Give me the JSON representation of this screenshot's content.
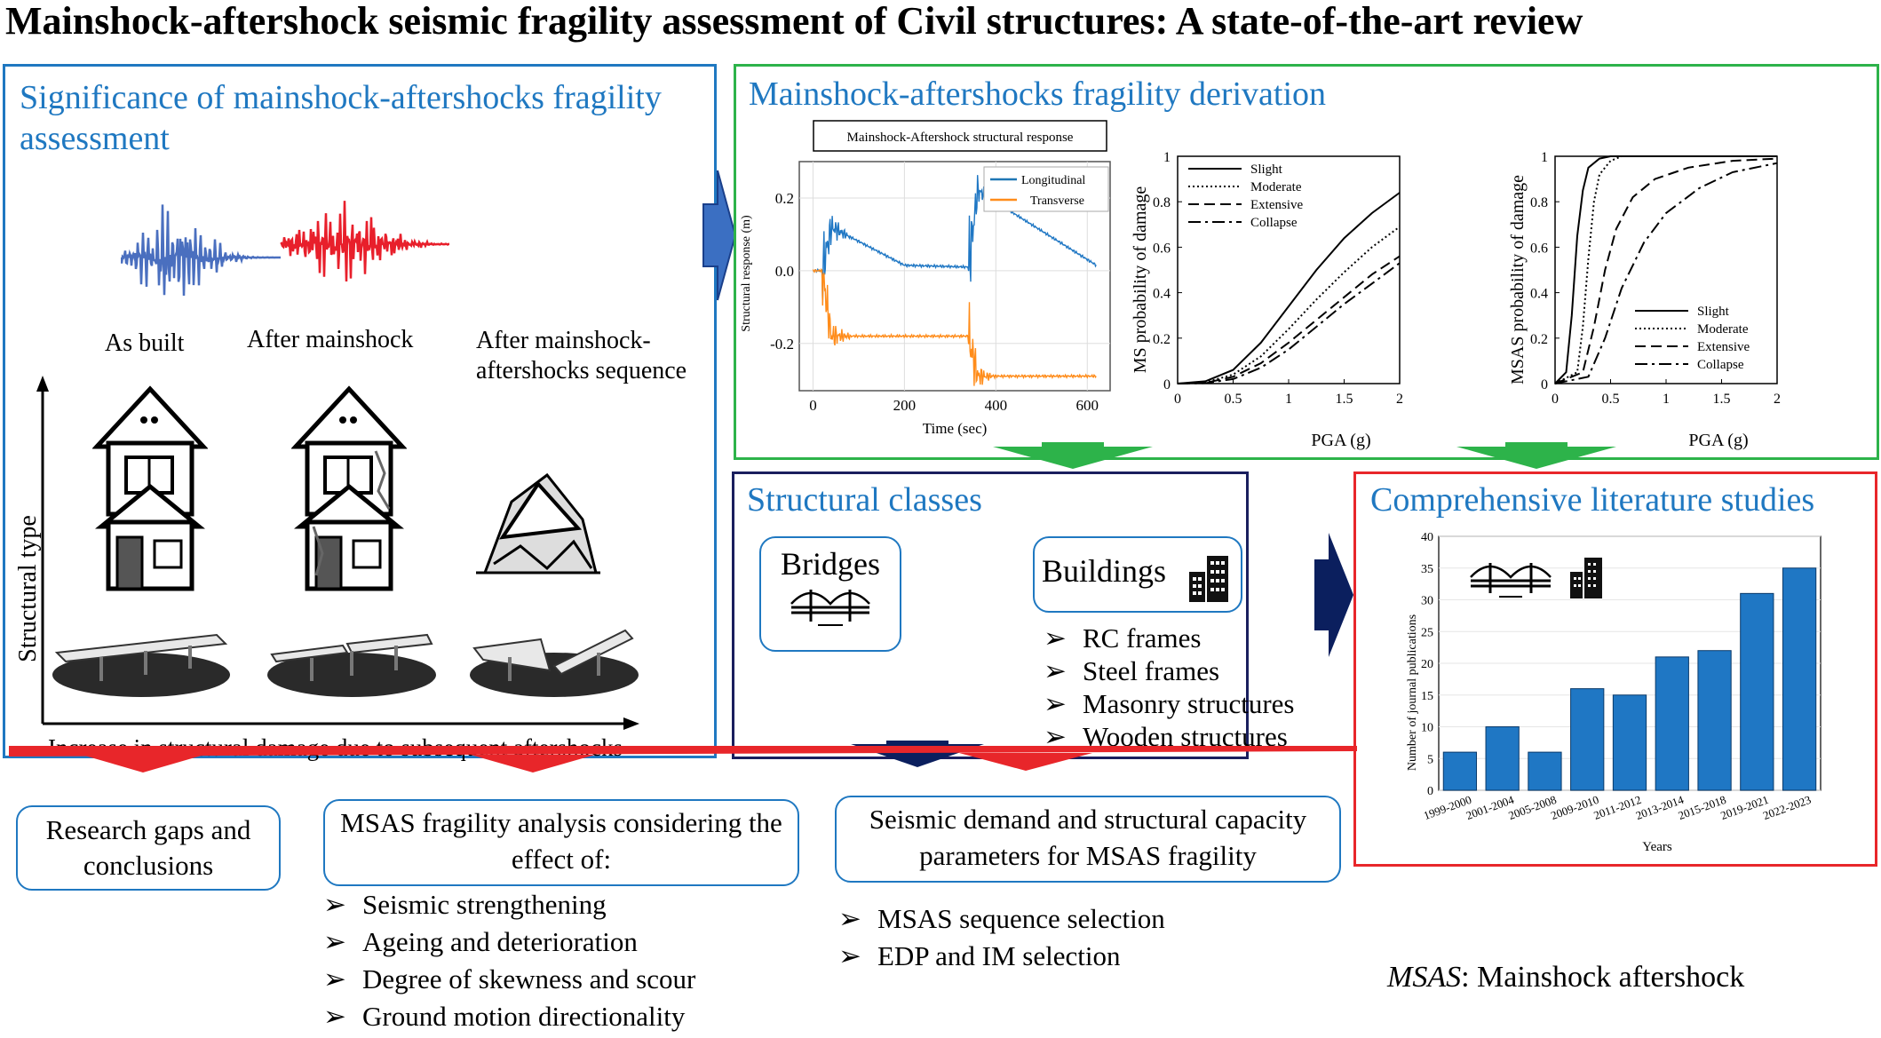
{
  "title": "Mainshock-aftershock seismic fragility assessment of Civil structures: A state-of-the-art review",
  "significance": {
    "title": "Significance of mainshock-aftershocks fragility assessment",
    "states": [
      "As built",
      "After mainshock",
      "After mainshock-aftershocks sequence"
    ],
    "y_axis": "Structural type",
    "x_axis": "Increase in structural damage due to subsequent aftershocks"
  },
  "derivation": {
    "title": "Mainshock-aftershocks fragility derivation"
  },
  "classes": {
    "title": "Structural classes",
    "bridges": "Bridges",
    "buildings": "Buildings",
    "building_types": [
      "RC frames",
      "Steel frames",
      "Masonry structures",
      "Wooden structures"
    ]
  },
  "literature": {
    "title": "Comprehensive literature studies"
  },
  "bottom": {
    "research_gaps": "Research gaps and conclusions",
    "msas_analysis": "MSAS fragility analysis considering the effect of:",
    "msas_effects": [
      "Seismic strengthening",
      "Ageing and deterioration",
      "Degree of skewness and scour",
      "Ground motion directionality"
    ],
    "demand": "Seismic demand and structural capacity parameters for MSAS fragility",
    "demand_items": [
      "MSAS sequence selection",
      "EDP and IM selection"
    ],
    "abbr_term": "MSAS",
    "abbr_def": ": Mainshock aftershock"
  },
  "colors": {
    "blue": "#1f78c1",
    "green": "#2db34a",
    "navy": "#1a1f5e",
    "red": "#e8262a",
    "bar": "#1f77c4",
    "orange": "#ff8c1a"
  },
  "chart_data": [
    {
      "type": "line",
      "title": "Mainshock-Aftershock structural response",
      "xlabel": "Time (sec)",
      "ylabel": "Structural response (m)",
      "xlim": [
        -30,
        650
      ],
      "ylim": [
        -0.33,
        0.3
      ],
      "xticks": [
        "0",
        "200",
        "400",
        "600"
      ],
      "yticks": [
        "0.2",
        "0.0",
        "-0.2"
      ],
      "series": [
        {
          "name": "Longitudinal",
          "x": [
            0,
            20,
            40,
            200,
            340,
            360,
            620
          ],
          "y": [
            0,
            0,
            0.12,
            0.015,
            0.01,
            0.22,
            0.015
          ]
        },
        {
          "name": "Transverse",
          "x": [
            0,
            20,
            40,
            200,
            340,
            360,
            620
          ],
          "y": [
            0,
            0,
            -0.18,
            -0.18,
            -0.18,
            -0.29,
            -0.29
          ]
        }
      ]
    },
    {
      "type": "line",
      "xlabel": "PGA (g)",
      "ylabel": "MS probability of damage",
      "xlim": [
        0,
        2
      ],
      "ylim": [
        0,
        1
      ],
      "xticks": [
        "0",
        "0.5",
        "1",
        "1.5",
        "2"
      ],
      "yticks": [
        "0",
        "0.2",
        "0.4",
        "0.6",
        "0.8",
        "1"
      ],
      "legend": "top-left",
      "series": [
        {
          "name": "Slight",
          "x": [
            0,
            0.25,
            0.5,
            0.75,
            1,
            1.25,
            1.5,
            1.75,
            2
          ],
          "y": [
            0,
            0.01,
            0.06,
            0.18,
            0.34,
            0.5,
            0.64,
            0.75,
            0.84
          ]
        },
        {
          "name": "Moderate",
          "x": [
            0,
            0.25,
            0.5,
            0.75,
            1,
            1.25,
            1.5,
            1.75,
            2
          ],
          "y": [
            0,
            0.005,
            0.04,
            0.12,
            0.24,
            0.37,
            0.49,
            0.6,
            0.69
          ]
        },
        {
          "name": "Extensive",
          "x": [
            0,
            0.25,
            0.5,
            0.75,
            1,
            1.25,
            1.5,
            1.75,
            2
          ],
          "y": [
            0,
            0.003,
            0.03,
            0.09,
            0.18,
            0.28,
            0.38,
            0.48,
            0.56
          ]
        },
        {
          "name": "Collapse",
          "x": [
            0,
            0.25,
            0.5,
            0.75,
            1,
            1.25,
            1.5,
            1.75,
            2
          ],
          "y": [
            0,
            0.002,
            0.02,
            0.07,
            0.15,
            0.25,
            0.35,
            0.44,
            0.53
          ]
        }
      ]
    },
    {
      "type": "line",
      "xlabel": "PGA (g)",
      "ylabel": "MSAS probability of damage",
      "xlim": [
        0,
        2
      ],
      "ylim": [
        0,
        1
      ],
      "xticks": [
        "0",
        "0.5",
        "1",
        "1.5",
        "2"
      ],
      "yticks": [
        "0",
        "0.2",
        "0.4",
        "0.6",
        "0.8",
        "1"
      ],
      "legend": "bottom-right",
      "series": [
        {
          "name": "Slight",
          "x": [
            0,
            0.1,
            0.15,
            0.2,
            0.25,
            0.3,
            0.4,
            0.5,
            1,
            2
          ],
          "y": [
            0,
            0.05,
            0.3,
            0.65,
            0.85,
            0.95,
            0.99,
            1,
            1,
            1
          ]
        },
        {
          "name": "Moderate",
          "x": [
            0,
            0.2,
            0.25,
            0.3,
            0.35,
            0.4,
            0.5,
            0.6,
            1,
            2
          ],
          "y": [
            0,
            0.05,
            0.25,
            0.55,
            0.8,
            0.92,
            0.98,
            1,
            1,
            1
          ]
        },
        {
          "name": "Extensive",
          "x": [
            0,
            0.25,
            0.35,
            0.45,
            0.55,
            0.7,
            0.9,
            1.2,
            1.6,
            2
          ],
          "y": [
            0,
            0.05,
            0.25,
            0.5,
            0.68,
            0.82,
            0.9,
            0.95,
            0.98,
            0.99
          ]
        },
        {
          "name": "Collapse",
          "x": [
            0,
            0.3,
            0.45,
            0.6,
            0.8,
            1.0,
            1.3,
            1.6,
            2
          ],
          "y": [
            0,
            0.03,
            0.2,
            0.42,
            0.62,
            0.75,
            0.86,
            0.93,
            0.97
          ]
        }
      ]
    },
    {
      "type": "bar",
      "xlabel": "Years",
      "ylabel": "Number of journal publications",
      "ylim": [
        0,
        40
      ],
      "yticks": [
        "0",
        "5",
        "10",
        "15",
        "20",
        "25",
        "30",
        "35",
        "40"
      ],
      "categories": [
        "1999-2000",
        "2001-2004",
        "2005-2008",
        "2009-2010",
        "2011-2012",
        "2013-2014",
        "2015-2018",
        "2019-2021",
        "2022-2023"
      ],
      "values": [
        6,
        10,
        6,
        16,
        15,
        21,
        22,
        31,
        35
      ]
    }
  ]
}
